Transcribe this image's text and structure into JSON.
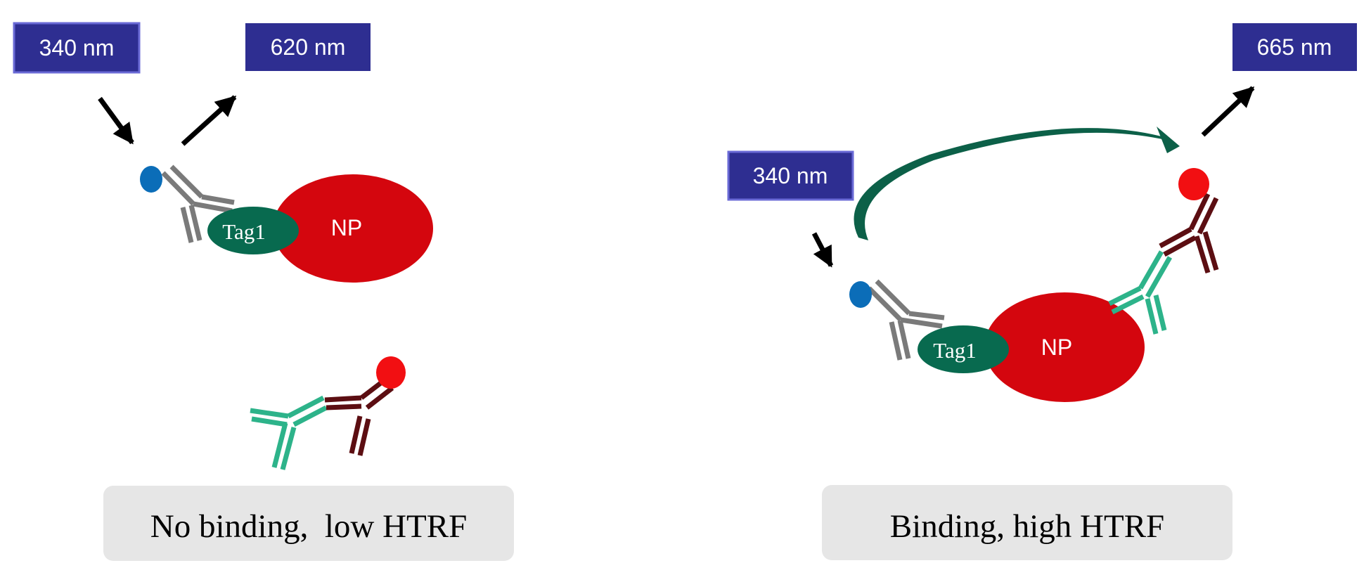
{
  "colors": {
    "label_box_fill": "#2E2E91",
    "label_box_border": "#6A6AD6",
    "nanoparticle": "#D4060E",
    "tag": "#086A4F",
    "donor_fluorophore": "#0B6DB8",
    "acceptor_fluorophore": "#F20F12",
    "anti_tag_antibody": "#7A7A7A",
    "target_antibody": "#2DB38A",
    "acceptor_antibody": "#5C0E12",
    "energy_transfer_arrow": "#0C6048",
    "light_arrow": "#000000",
    "caption_box": "#E6E6E6"
  },
  "left_panel": {
    "excitation_label": "340 nm",
    "emission_label": "620 nm",
    "tag_label": "Tag1",
    "particle_label": "NP",
    "caption": "No binding,  low HTRF"
  },
  "right_panel": {
    "excitation_label": "340 nm",
    "emission_label": "665 nm",
    "tag_label": "Tag1",
    "particle_label": "NP",
    "caption": "Binding, high HTRF"
  }
}
